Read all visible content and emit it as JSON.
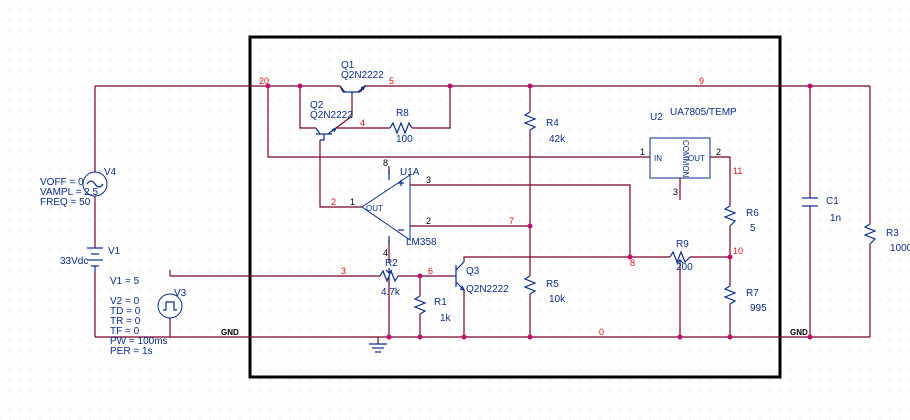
{
  "components": {
    "q1": {
      "name": "Q1",
      "model": "Q2N2222"
    },
    "q2": {
      "name": "Q2",
      "model": "Q2N2222"
    },
    "q3": {
      "name": "Q3",
      "model": "Q2N2222"
    },
    "r8": {
      "name": "R8",
      "value": "100"
    },
    "r4": {
      "name": "R4",
      "value": "42k"
    },
    "r5": {
      "name": "R5",
      "value": "10k"
    },
    "r2": {
      "name": "R2",
      "value": "4.7k"
    },
    "r1": {
      "name": "R1",
      "value": "1k"
    },
    "r6": {
      "name": "R6",
      "value": "5"
    },
    "r7": {
      "name": "R7",
      "value": "995"
    },
    "r3": {
      "name": "R3",
      "value": "1000"
    },
    "r9": {
      "name": "R9",
      "value": "200"
    },
    "c1": {
      "name": "C1",
      "value": "1n"
    },
    "u1": {
      "name": "U1A",
      "model": "LM358",
      "out_label": "OUT"
    },
    "u2": {
      "name": "U2",
      "model": "UA7805/TEMP",
      "in_label": "IN",
      "out_label": "OUT",
      "common_label": "COMMON"
    },
    "v4": {
      "name": "V4",
      "voff": "VOFF = 0",
      "vampl": "VAMPL = 2.5",
      "freq": "FREQ = 50"
    },
    "v1": {
      "name": "V1",
      "value": "33Vdc"
    },
    "v3": {
      "name": "V3",
      "v1": "V1 = 5",
      "v2": "V2 = 0",
      "td": "TD = 0",
      "tr": "TR = 0",
      "tf": "TF = 0",
      "pw": "PW = 100ms",
      "per": "PER = 1s"
    }
  },
  "nets": {
    "n20": "20",
    "n5": "5",
    "n9": "9",
    "n4": "4",
    "n2": "2",
    "n7": "7",
    "n3": "3",
    "n6": "6",
    "n8": "8",
    "n10": "10",
    "n11": "11",
    "n0": "0",
    "gnd_left": "GND",
    "gnd_right": "GND"
  },
  "pins": {
    "u1_p8": "8",
    "u1_p3": "3",
    "u1_p2": "2",
    "u1_p1": "1",
    "u1_p4": "4",
    "u2_p1": "1",
    "u2_p2": "2",
    "u2_p3": "3"
  },
  "colors": {
    "wire": "#7a0028",
    "part": "#0b2d8c",
    "net_label": "#e01010",
    "junction": "#c01070",
    "frame": "#000000"
  }
}
